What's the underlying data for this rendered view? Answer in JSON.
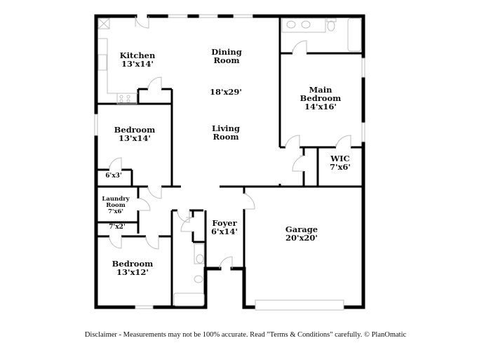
{
  "floorplan": {
    "rooms": [
      {
        "id": "kitchen",
        "name": "Kitchen",
        "dims": "13'x14'"
      },
      {
        "id": "dining",
        "name": "Dining Room",
        "name_lines": [
          "Dining",
          "Room"
        ],
        "dims": "18'x29'"
      },
      {
        "id": "living",
        "name": "Living Room",
        "name_lines": [
          "Living",
          "Room"
        ]
      },
      {
        "id": "main-bedroom",
        "name": "Main Bedroom",
        "name_lines": [
          "Main",
          "Bedroom"
        ],
        "dims": "14'x16'"
      },
      {
        "id": "wic",
        "name": "WIC",
        "dims": "7'x6'"
      },
      {
        "id": "bedroom-1",
        "name": "Bedroom",
        "dims": "13'x14'"
      },
      {
        "id": "closet-1",
        "dims": "6'x3'"
      },
      {
        "id": "laundry",
        "name": "Laundry Room",
        "name_lines": [
          "Laundry",
          "Room"
        ],
        "dims": "7'x6'"
      },
      {
        "id": "closet-2",
        "dims": "7'x2'"
      },
      {
        "id": "bedroom-2",
        "name": "Bedroom",
        "dims": "13'x12'"
      },
      {
        "id": "foyer",
        "name": "Foyer",
        "dims": "6'x14'"
      },
      {
        "id": "garage",
        "name": "Garage",
        "dims": "20'x20'"
      }
    ],
    "colors": {
      "wall": "#000000",
      "fixture": "#bfbfbf",
      "window": "#bdbdbd",
      "background": "#ffffff"
    }
  },
  "disclaimer": "Disclaimer - Measurements may not be 100% accurate. Read \"Terms & Conditions\" carefully. © PlanOmatic"
}
